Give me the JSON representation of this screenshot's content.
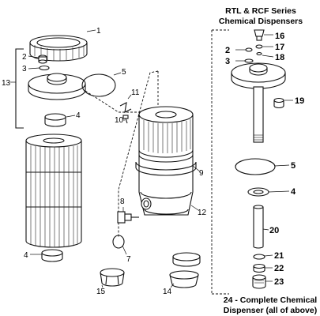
{
  "header": {
    "title_line1": "RTL & RCF Series",
    "title_line2": "Chemical Dispensers"
  },
  "footer": {
    "caption_line1": "24 - Complete Chemical",
    "caption_line2": "Dispenser (all of above)"
  },
  "filter_callouts": {
    "c1": "1",
    "c2": "2",
    "c3": "3",
    "c13": "13",
    "c5": "5",
    "c4a": "4",
    "c11": "11",
    "c10": "10",
    "c9": "9",
    "c12": "12",
    "c8": "8",
    "c7": "7",
    "c4b": "4",
    "c15": "15",
    "c14": "14"
  },
  "dispenser_callouts": {
    "c16": "16",
    "c2": "2",
    "c17": "17",
    "c3": "3",
    "c18": "18",
    "c19": "19",
    "c5": "5",
    "c4": "4",
    "c20": "20",
    "c21": "21",
    "c22": "22",
    "c23": "23"
  }
}
